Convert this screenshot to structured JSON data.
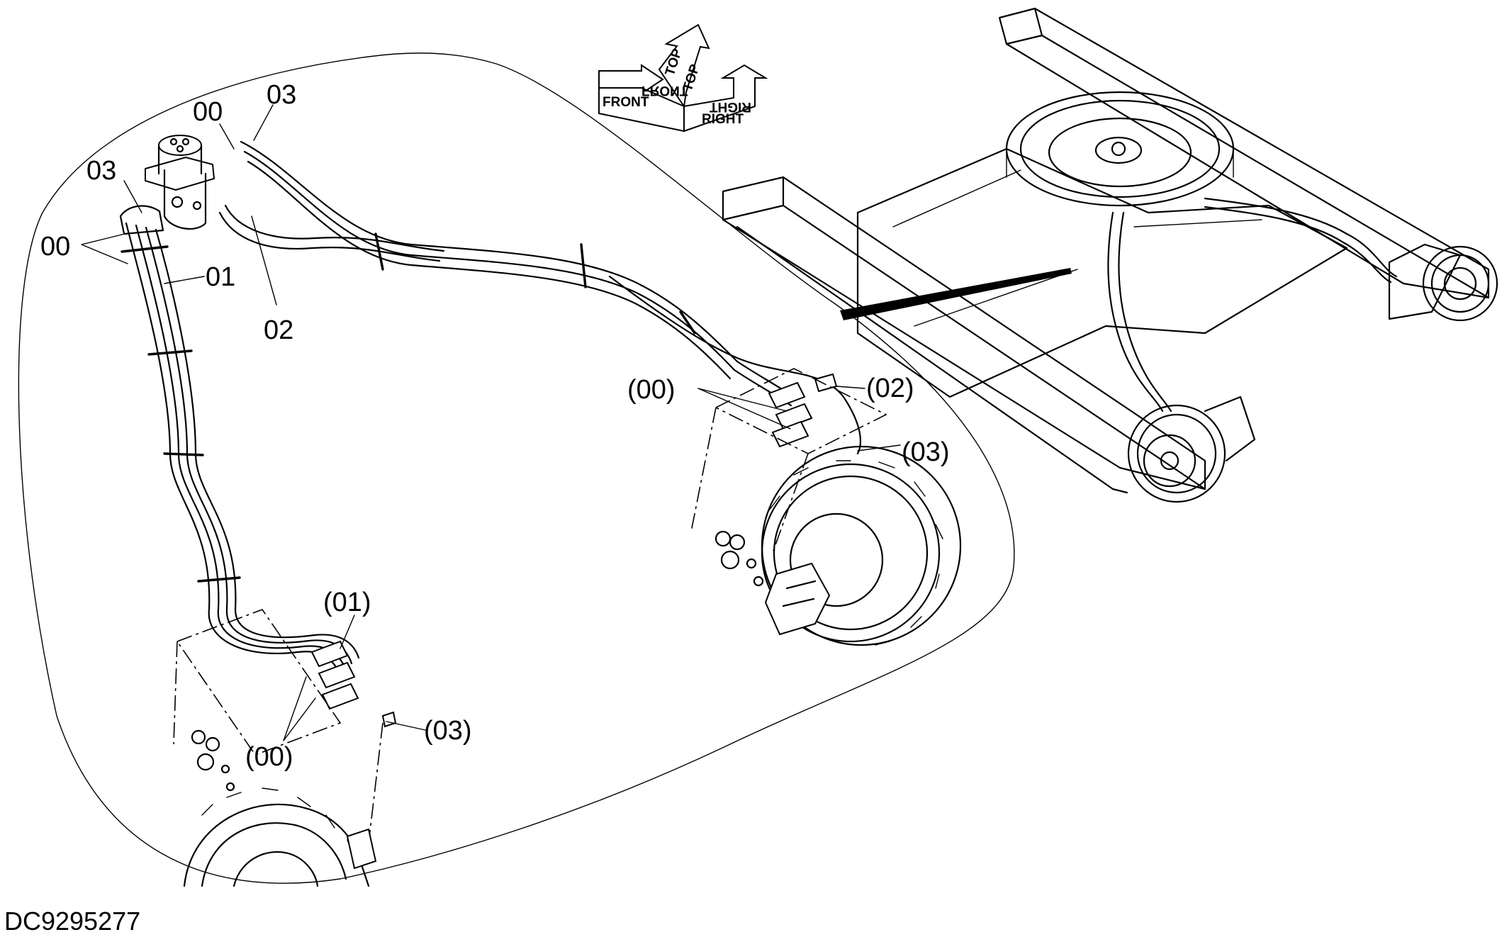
{
  "callouts": {
    "c_00_top": "00",
    "c_03_top": "03",
    "c_03_left": "03",
    "c_00_left": "00",
    "c_01": "01",
    "c_02": "02",
    "c_00_paren_right": "(00)",
    "c_02_paren": "(02)",
    "c_03_paren_right": "(03)",
    "c_01_paren": "(01)",
    "c_03_paren_bottom": "(03)",
    "c_00_paren_bottom": "(00)"
  },
  "orientation": {
    "front": "FRONT",
    "right": "RIGHT",
    "top": "TOP",
    "front_mirror": "FRONT",
    "right_mirror": "RIGHT",
    "top_mirror": "TOP"
  },
  "drawing_id": "DC9295277"
}
